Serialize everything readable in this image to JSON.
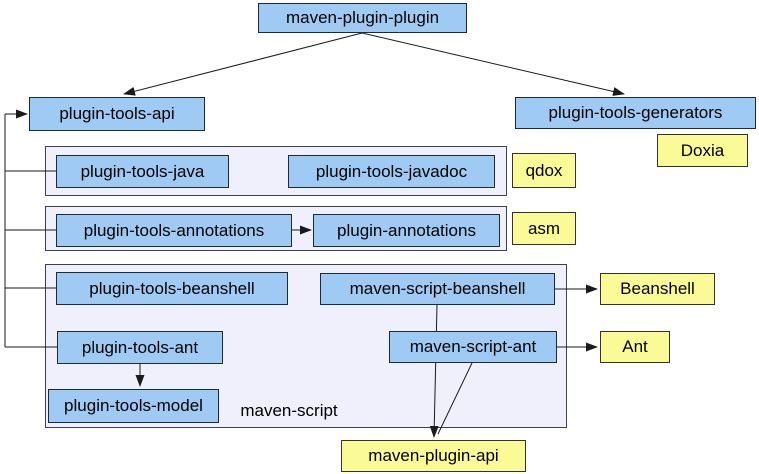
{
  "nodes": {
    "mavenPluginPlugin": "maven-plugin-plugin",
    "pluginToolsApi": "plugin-tools-api",
    "pluginToolsGenerators": "plugin-tools-generators",
    "doxia": "Doxia",
    "pluginToolsJava": "plugin-tools-java",
    "pluginToolsJavadoc": "plugin-tools-javadoc",
    "qdox": "qdox",
    "pluginToolsAnnotations": "plugin-tools-annotations",
    "pluginAnnotations": "plugin-annotations",
    "asm": "asm",
    "pluginToolsBeanshell": "plugin-tools-beanshell",
    "mavenScriptBeanshell": "maven-script-beanshell",
    "beanshell": "Beanshell",
    "pluginToolsAnt": "plugin-tools-ant",
    "mavenScriptAnt": "maven-script-ant",
    "ant": "Ant",
    "pluginToolsModel": "plugin-tools-model",
    "mavenPluginApi": "maven-plugin-api"
  },
  "groups": {
    "mavenScript": {
      "label": "maven-script"
    }
  },
  "colors": {
    "module_fill": "#9ECAF3",
    "module_border": "#1c2b3a",
    "external_fill": "#FAFA96",
    "external_border": "#333333",
    "group_fill": "#F0F0FC",
    "group_border": "#404055",
    "edge": "#1a1a1a",
    "text": "#000000",
    "background": "#FFFFFF"
  }
}
